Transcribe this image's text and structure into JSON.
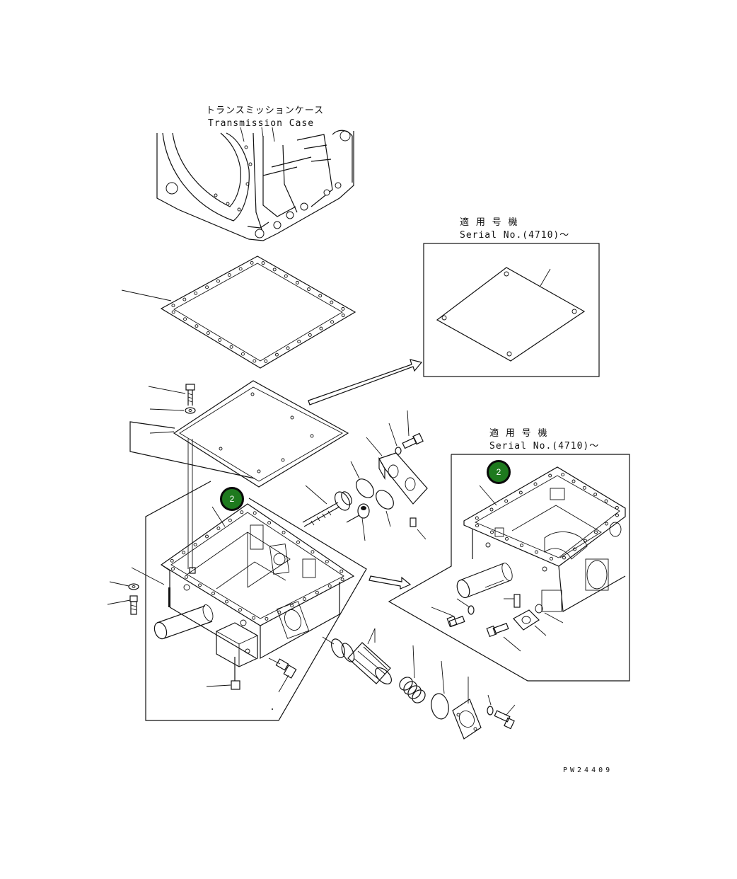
{
  "header": {
    "transmission_case_jp": "トランスミッションケース",
    "transmission_case_en": "Transmission Case"
  },
  "applicability": {
    "upper": {
      "jp": "適 用 号 機",
      "en": "Serial No.(4710)～"
    },
    "lower": {
      "jp": "適 用 号 機",
      "en": "Serial No.(4710)～"
    }
  },
  "callouts": [
    {
      "number": "2"
    },
    {
      "number": "2"
    }
  ],
  "drawing_code": "PW24409",
  "colors": {
    "badge_fill": "#1e7a1e",
    "line": "#111111"
  },
  "icons": [
    "transmission-case-sketch",
    "gasket-plate",
    "cover-plate",
    "oil-pan",
    "bolt",
    "washer",
    "strainer",
    "spring",
    "o-ring",
    "flange"
  ]
}
